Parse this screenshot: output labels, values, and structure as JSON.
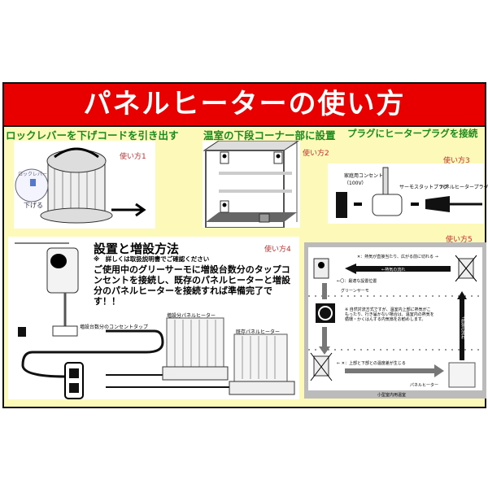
{
  "title": "パネルヒーターの使い方",
  "steps": [
    {
      "heading": "ロックレバーを下げコードを引き出す",
      "label": "使い方1",
      "lever": "ロックレバー",
      "down": "下げる"
    },
    {
      "heading": "温室の下段コーナー部に設置",
      "label": "使い方2"
    },
    {
      "heading": "プラグにヒータープラグを接続",
      "label": "使い方3",
      "outlet": "家庭用コンセント（100V）",
      "thermo_plug": "サーモスタットプラグ",
      "heater_plug": "パネルヒータープラグ"
    },
    {
      "heading": "設置と増設方法",
      "label": "使い方4",
      "note": "※　詳しくは取扱説明書でご確認ください",
      "body": "ご使用中のグリーサーモに増設台数分のタップコンセントを接続し、既存のパネルヒーターと増設分のパネルヒーターを接続すれば準備完了です！！",
      "tap": "増設台数分のコンセントタップ",
      "added_heater": "増設分パネルヒーター",
      "existing_heater": "既存パネルヒーター"
    },
    {
      "label": "使い方5",
      "top_bad": "✕：熱気が直接当たり、広がる前に切れる →",
      "flow_top": "←熱気の流れ",
      "best": "←〇：最適な設置位置",
      "thermo": "グリーンサーモ",
      "fan_note": "※ 自然対流方式ですが、温室内上部に熱気がこもったり、行き届かない場合は、温室内の熱気を循環・かくはんする内気扇をお勧めします。",
      "flow_side": "↑熱気の流れ",
      "bottom_bad": "← ✕：上部と下部との温度差が生じる",
      "heater": "パネルヒーター",
      "greenhouse": "小型室内用温室"
    }
  ],
  "colors": {
    "title_bg": "#e80000",
    "body_bg": "#fdf9b8",
    "heading": "#1c8a1c"
  }
}
